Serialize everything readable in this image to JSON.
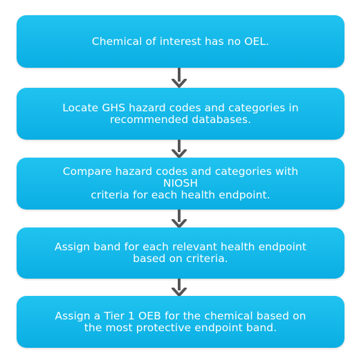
{
  "steps": [
    {
      "text": "Chemical of interest has no OEL."
    },
    {
      "text": "Locate GHS hazard codes and categories in\nrecommended databases."
    },
    {
      "text": "Compare hazard codes and categories with NIOSH\ncriteria for each health endpoint."
    },
    {
      "text": "Assign band for each relevant health endpoint\nbased on criteria."
    },
    {
      "text": "Assign a Tier 1 OEB for the chemical based on\nthe most protective endpoint band."
    }
  ],
  "colors": {
    "box_fill": "#12b8e8",
    "box_text": "#ffffff",
    "arrow": "#555555"
  }
}
